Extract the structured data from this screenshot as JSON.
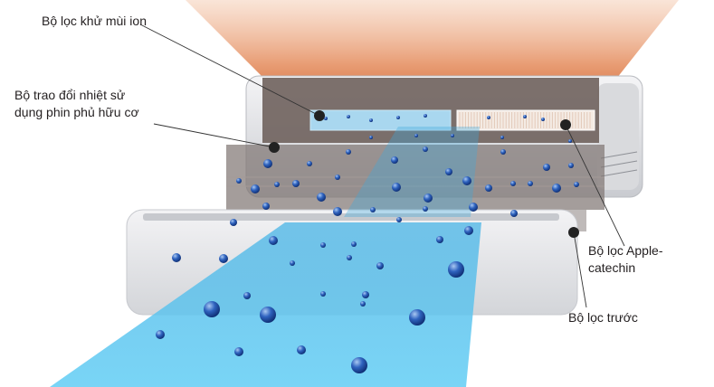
{
  "labels": {
    "ion_filter": "Bộ lọc khử mùi ion",
    "heat_exchanger_line1": "Bộ trao đổi nhiệt sử",
    "heat_exchanger_line2": "dụng phin phủ hữu cơ",
    "apple_catechin_line1": "Bộ lọc Apple-",
    "apple_catechin_line2": "catechin",
    "pre_filter": "Bộ lọc trước"
  },
  "colors": {
    "warm_air": "#d2683c",
    "cool_air": "#5cc8f0",
    "particle": "#1f4fa8",
    "unit_body": "#e6e7ea",
    "filter_layer": "#7a6f6c",
    "marker": "#222222",
    "text": "#231f20"
  }
}
